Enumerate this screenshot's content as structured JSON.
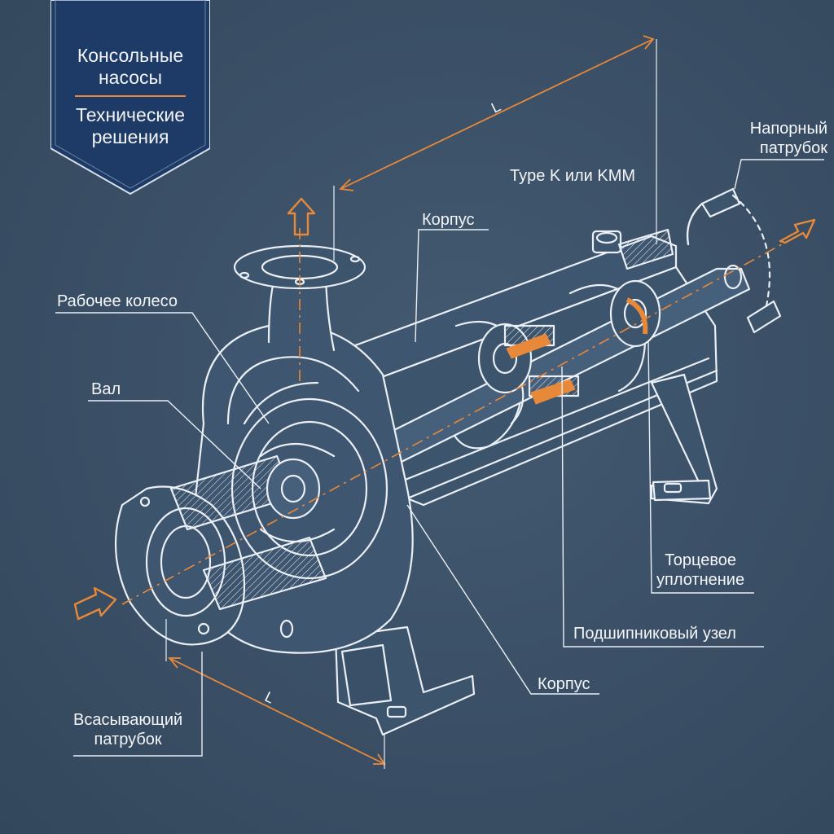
{
  "banner": {
    "line1": "Консольные",
    "line2": "насосы",
    "line3": "Технические",
    "line4": "решения",
    "fill": "#1e3a66",
    "accent": "#e8893a"
  },
  "labels": {
    "type_note": "Type K или KMM",
    "housing_top": "Корпус",
    "impeller": "Рабочее колесо",
    "shaft": "Вал",
    "discharge_line1": "Напорный",
    "discharge_line2": "патрубок",
    "mech_seal_line1": "Торцевое",
    "mech_seal_line2": "уплотнение",
    "bearing_unit": "Подшипниковый узел",
    "housing_bottom": "Корпус",
    "suction_line1": "Всасывающий",
    "suction_line2": "патрубок"
  },
  "dimensions": {
    "top_length": "L",
    "bottom_length": "L"
  },
  "colors": {
    "background": "#3b5066",
    "line": "#e9eff5",
    "accent": "#e8893a"
  },
  "icons": [
    "flow-in-arrow-icon",
    "flow-up-arrow-icon",
    "flow-out-arrow-icon"
  ]
}
